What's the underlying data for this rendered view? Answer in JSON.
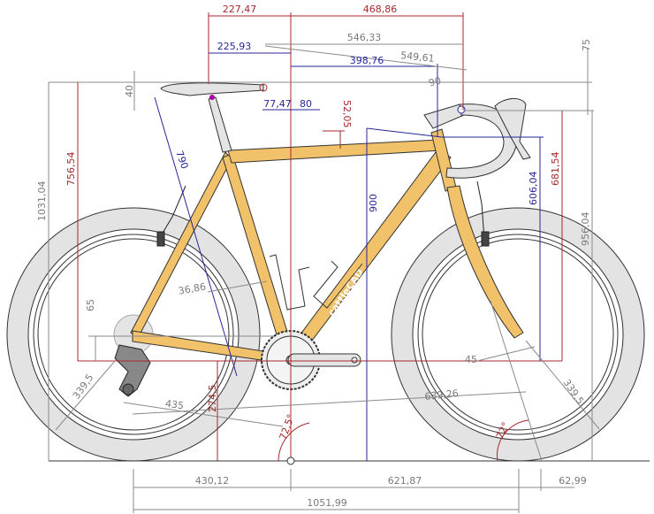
{
  "brand": "cattleCAD",
  "colors": {
    "dimension_red": "#a52a2a",
    "dimension_blue": "#26269a",
    "dimension_gray": "#7a7a7a",
    "frame": "#f1c26a",
    "tire": "#e3e3e3"
  },
  "dimensions": {
    "saddle_setback": "227,47",
    "reach_to_bar": "468,86",
    "bar_horizontal": "546,33",
    "saddle_nose_setback": "225,93",
    "frame_reach": "398,76",
    "saddle_to_bar": "549,61",
    "stem_length": "90",
    "saddle_bar_drop": "75",
    "saddle_rail_height": "40",
    "seat_offset_1": "77,47",
    "seat_offset_2": "80",
    "tt_drop": "52,05",
    "seat_length": "790",
    "saddle_height": "756,54",
    "saddle_height_ground": "1031,04",
    "stack_ground": "900",
    "stack": "606,04",
    "bar_height": "681,54",
    "bar_height_ground": "956,04",
    "crank_diameter": "36,86",
    "bb_drop": "65",
    "rear_wheel_radius": "339,5",
    "chainstay": "435",
    "bb_height": "274,5",
    "seat_angle": "72,5°",
    "fork_offset": "45",
    "front_center": "639,26",
    "front_wheel_radius": "339,5",
    "head_angle": "72°",
    "rear_center": "430,12",
    "front_center_horizontal": "621,87",
    "trail": "62,99",
    "wheelbase": "1051,99"
  }
}
